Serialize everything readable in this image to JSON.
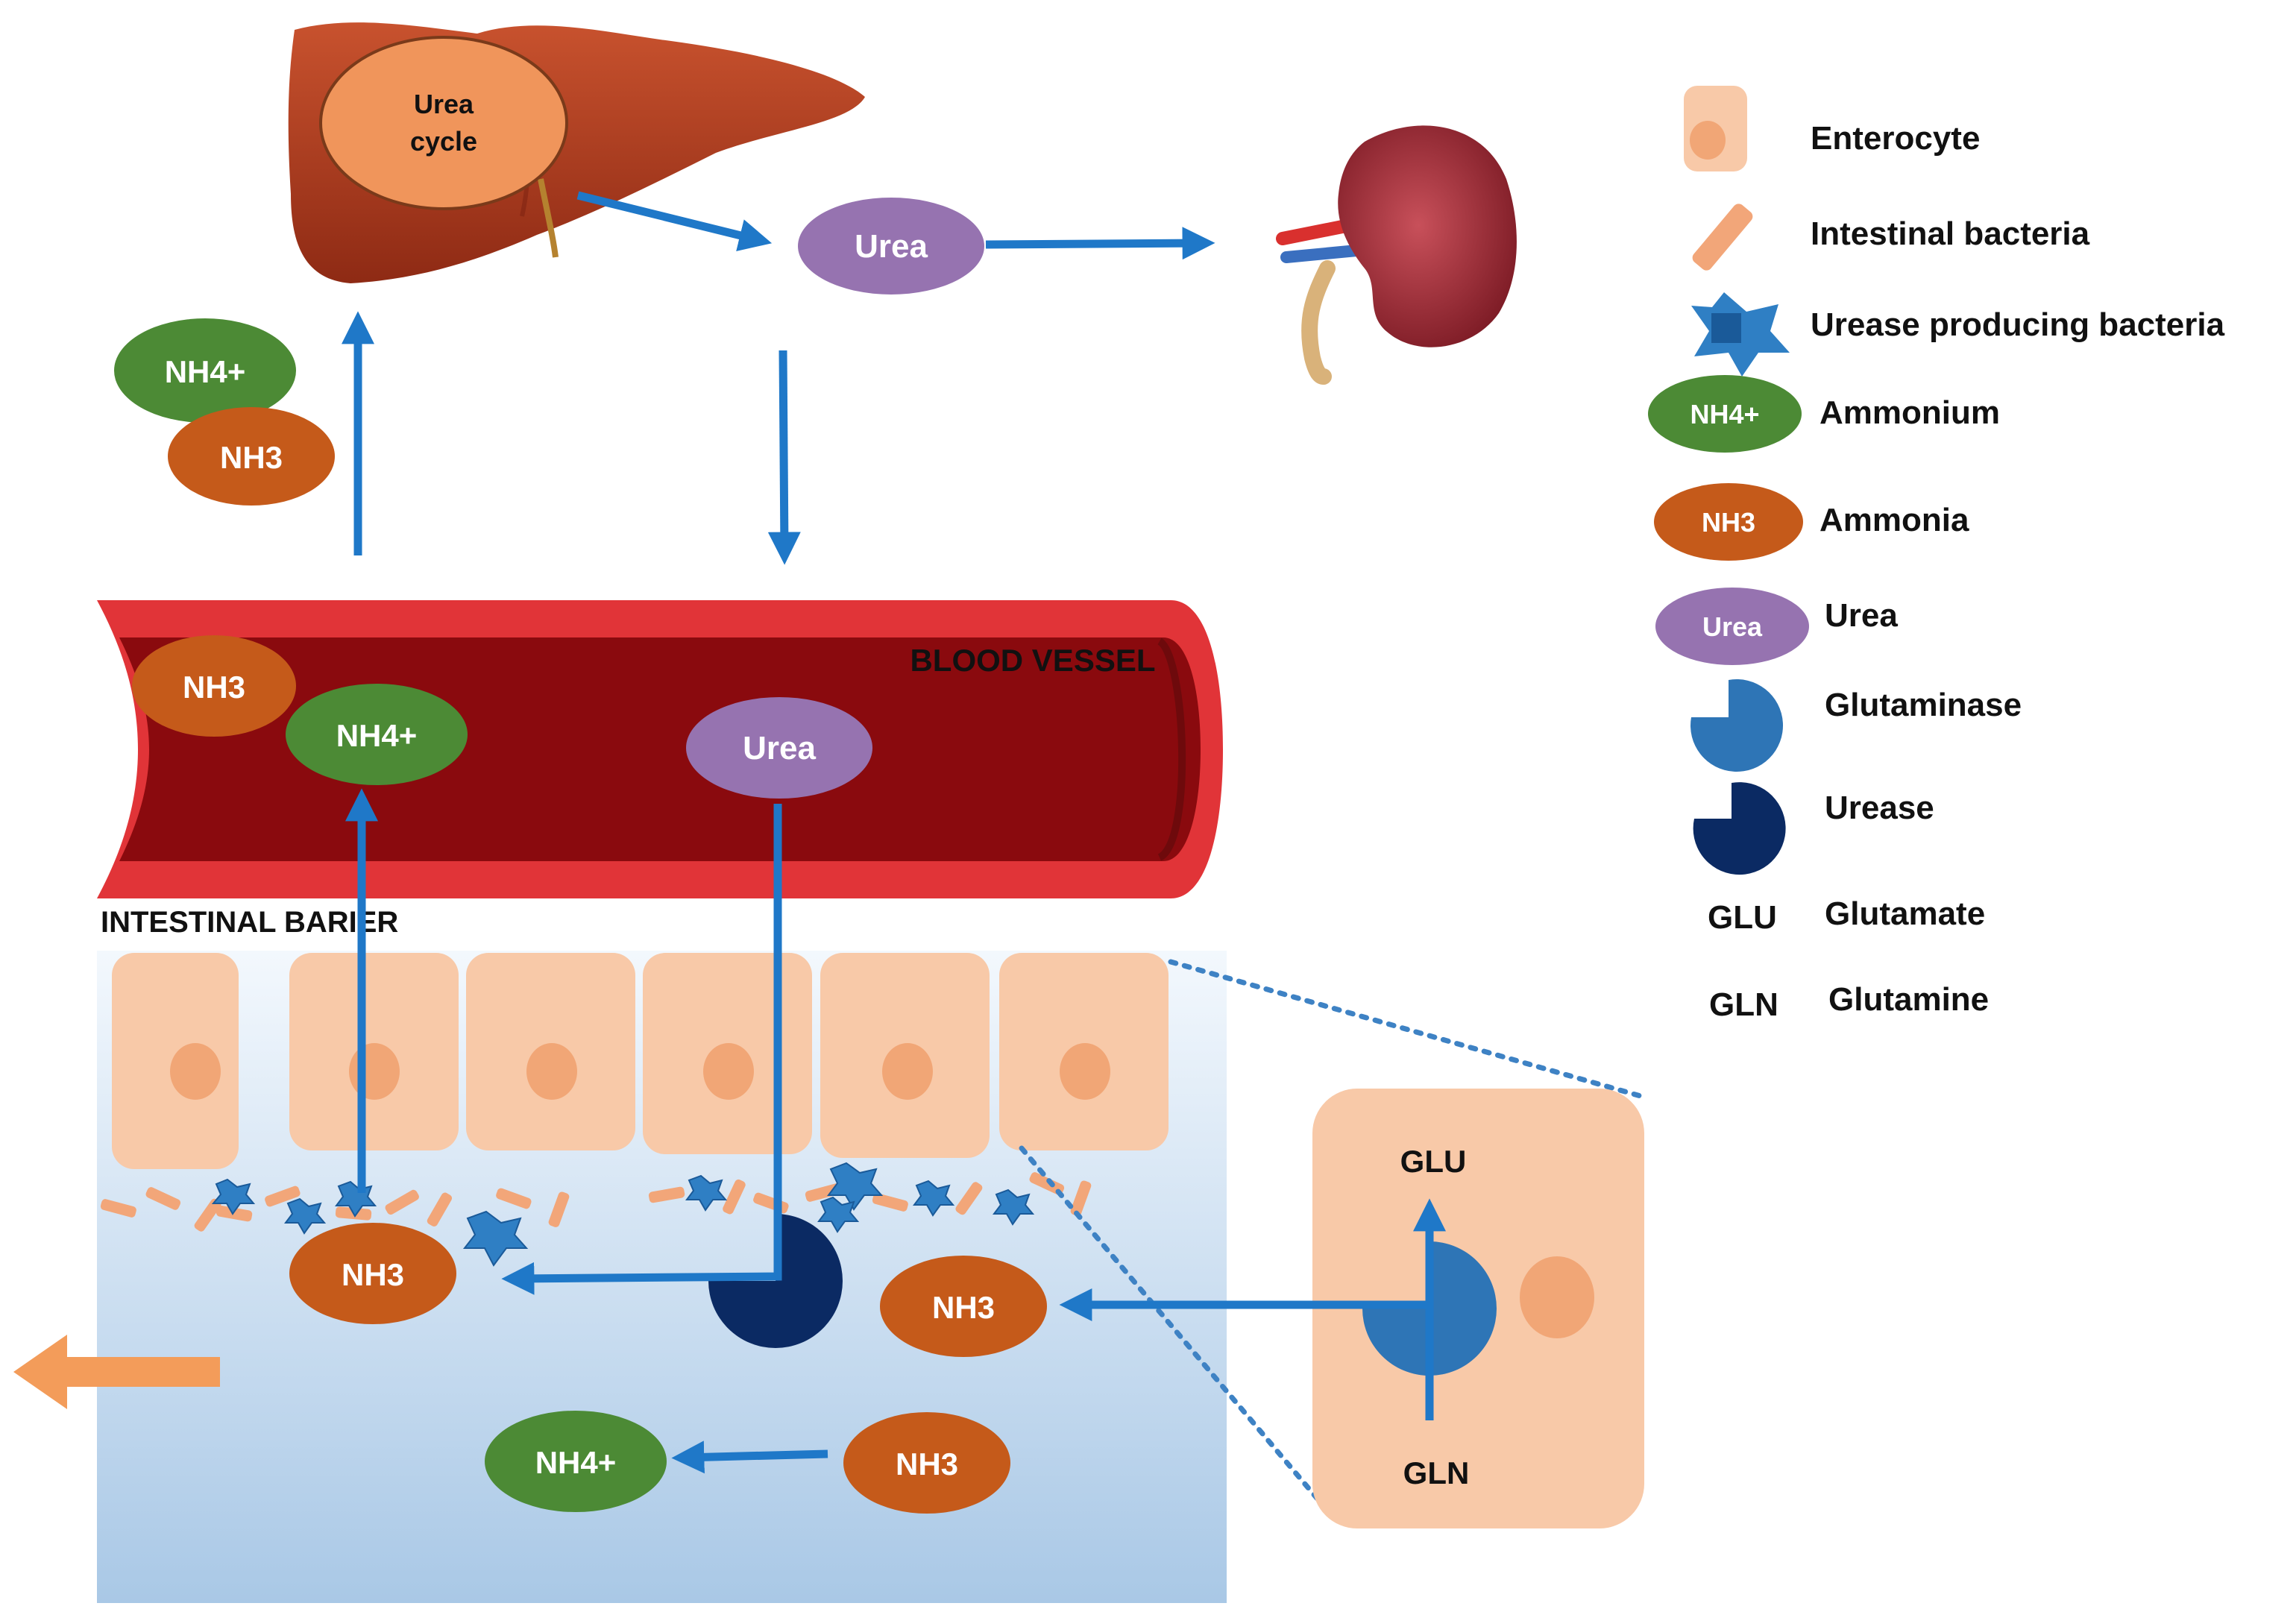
{
  "diagram": {
    "liver_label_line1": "Urea",
    "liver_label_line2": "cycle",
    "urea_label": "Urea",
    "nh4_label": "NH4+",
    "nh3_label": "NH3",
    "blood_vessel_label": "BLOOD VESSEL",
    "intestinal_barrier_label": "INTESTINAL BARIER",
    "glu_label": "GLU",
    "gln_label": "GLN"
  },
  "legend": {
    "items": [
      {
        "symbol": "enterocyte",
        "label": "Enterocyte"
      },
      {
        "symbol": "bacteria",
        "label": "Intestinal bacteria"
      },
      {
        "symbol": "urease-bacteria",
        "label": "Urease producing bacteria"
      },
      {
        "symbol": "nh4",
        "symbol_text": "NH4+",
        "label": "Ammonium"
      },
      {
        "symbol": "nh3",
        "symbol_text": "NH3",
        "label": "Ammonia"
      },
      {
        "symbol": "urea",
        "symbol_text": "Urea",
        "label": "Urea"
      },
      {
        "symbol": "glutaminase",
        "label": "Glutaminase"
      },
      {
        "symbol": "urease",
        "label": "Urease"
      },
      {
        "symbol": "glu",
        "symbol_text": "GLU",
        "label": "Glutamate"
      },
      {
        "symbol": "gln",
        "symbol_text": "GLN",
        "label": "Glutamine"
      }
    ]
  },
  "colors": {
    "arrow": "#1f78c8",
    "nh4": "#4c8a35",
    "nh3": "#c55a1a",
    "urea": "#9673b0",
    "enterocyte": "#f8c9a8",
    "nucleus": "#f1a676",
    "vessel": "#8a0a0e",
    "vessel_rim": "#e13438",
    "glutaminase": "#2e75b6",
    "urease": "#0b2a63",
    "orange_arrow": "#f39c5a"
  }
}
